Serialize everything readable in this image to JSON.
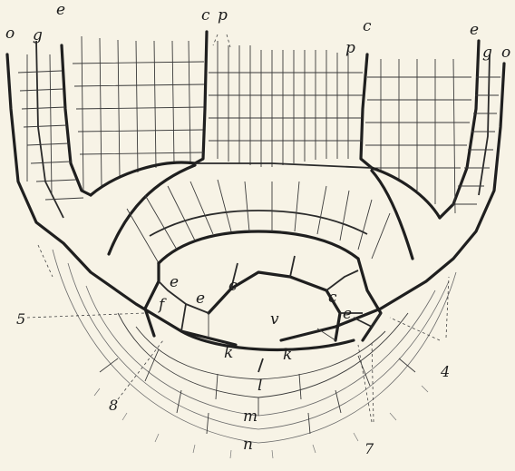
{
  "labels": {
    "o_left": "o",
    "g_left": "g",
    "e_left": "e",
    "c_top": "c",
    "p_top": "p",
    "p_right": "p",
    "c_right": "c",
    "e_right": "e",
    "g_right": "g",
    "o_right": "o",
    "e_inner1": "e",
    "e_inner2": "e",
    "f_inner": "f",
    "c_inner1": "c",
    "c_inner2": "c",
    "v_center": "v",
    "e_inner3": "e",
    "k_left": "k",
    "k_right": "k",
    "l_cap": "l",
    "m_cap": "m",
    "n_cap": "n",
    "num5": "5",
    "num8": "8",
    "num4": "4",
    "num7": "7"
  }
}
